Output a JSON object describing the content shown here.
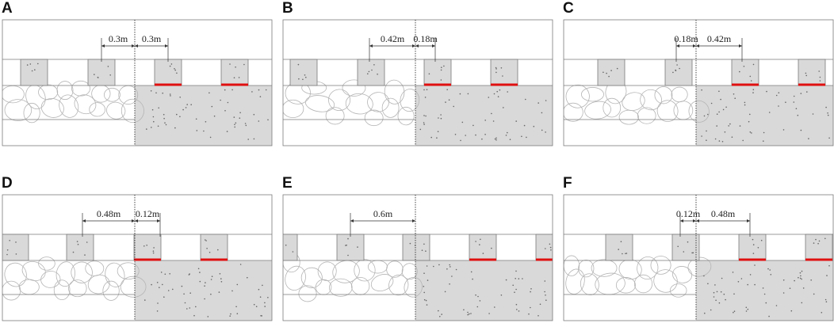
{
  "figure": {
    "colors": {
      "outline": "#7a7a7a",
      "concrete_fill": "#d9d9d9",
      "contact_strip": "#e01010",
      "dim_line": "#333333",
      "boulder_stroke": "#b5b5b5",
      "background": "#ffffff"
    },
    "panels": [
      {
        "letter": "A",
        "left_offset": "0.3m",
        "right_offset": "0.3m"
      },
      {
        "letter": "B",
        "left_offset": "0.42m",
        "right_offset": "0.18m"
      },
      {
        "letter": "C",
        "left_offset": "0.18m",
        "right_offset": "0.42m"
      },
      {
        "letter": "D",
        "left_offset": "0.48m",
        "right_offset": "0.12m"
      },
      {
        "letter": "E",
        "left_offset": "0.6m",
        "right_offset": ""
      },
      {
        "letter": "F",
        "left_offset": "0.12m",
        "right_offset": "0.48m"
      }
    ]
  }
}
